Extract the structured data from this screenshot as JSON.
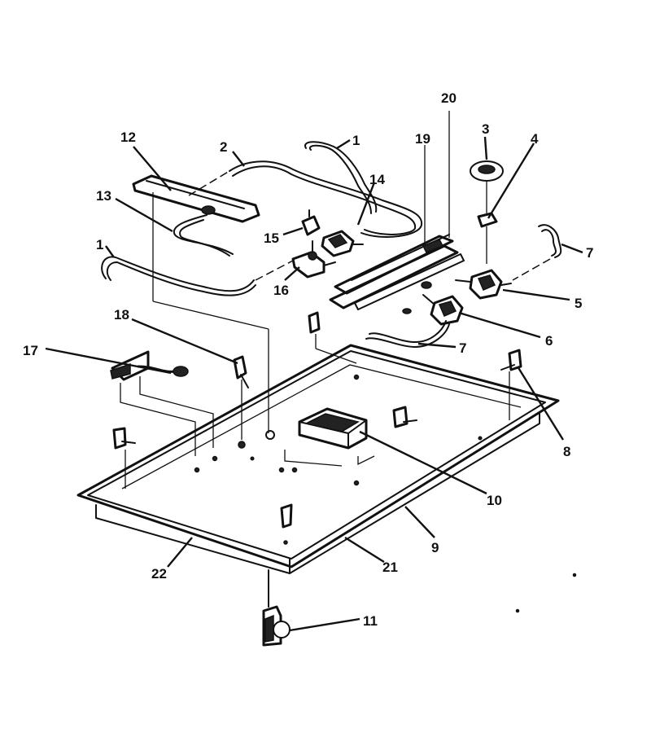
{
  "diagram": {
    "callouts": [
      {
        "id": "c1a",
        "text": "1"
      },
      {
        "id": "c1b",
        "text": "1"
      },
      {
        "id": "c2",
        "text": "2"
      },
      {
        "id": "c3",
        "text": "3"
      },
      {
        "id": "c4",
        "text": "4"
      },
      {
        "id": "c5",
        "text": "5"
      },
      {
        "id": "c6",
        "text": "6"
      },
      {
        "id": "c7a",
        "text": "7"
      },
      {
        "id": "c7b",
        "text": "7"
      },
      {
        "id": "c8",
        "text": "8"
      },
      {
        "id": "c9",
        "text": "9"
      },
      {
        "id": "c10",
        "text": "10"
      },
      {
        "id": "c11",
        "text": "11"
      },
      {
        "id": "c12",
        "text": "12"
      },
      {
        "id": "c13",
        "text": "13"
      },
      {
        "id": "c14",
        "text": "14"
      },
      {
        "id": "c15",
        "text": "15"
      },
      {
        "id": "c16",
        "text": "16"
      },
      {
        "id": "c17",
        "text": "17"
      },
      {
        "id": "c18",
        "text": "18"
      },
      {
        "id": "c19",
        "text": "19"
      },
      {
        "id": "c20",
        "text": "20"
      },
      {
        "id": "c21",
        "text": "21"
      },
      {
        "id": "c22",
        "text": "22"
      }
    ]
  }
}
